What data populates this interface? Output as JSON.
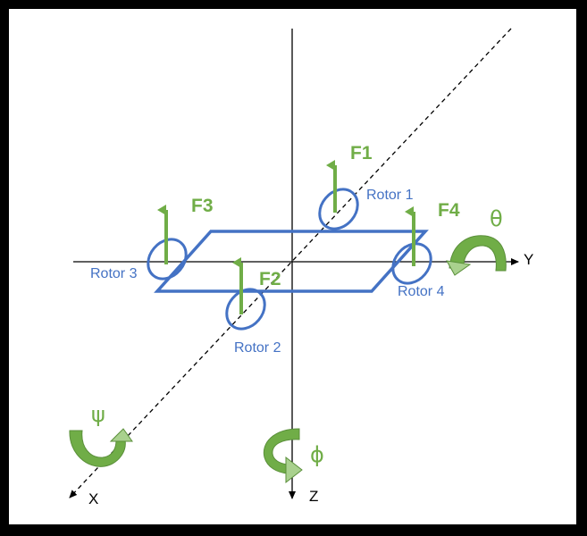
{
  "axes": {
    "x": "X",
    "y": "Y",
    "z": "Z"
  },
  "rotors": [
    {
      "id": 1,
      "label": "Rotor 1"
    },
    {
      "id": 2,
      "label": "Rotor 2"
    },
    {
      "id": 3,
      "label": "Rotor 3"
    },
    {
      "id": 4,
      "label": "Rotor 4"
    }
  ],
  "forces": [
    {
      "rotor": 1,
      "label": "F1"
    },
    {
      "rotor": 2,
      "label": "F2"
    },
    {
      "rotor": 3,
      "label": "F3"
    },
    {
      "rotor": 4,
      "label": "F4"
    }
  ],
  "angles": {
    "roll": "θ",
    "yaw": "ψ",
    "pitch": "ϕ"
  },
  "colors": {
    "frame": "#4472c4",
    "force": "#70ad47",
    "axis": "#000000",
    "arrow_light": "#a9d18e"
  }
}
